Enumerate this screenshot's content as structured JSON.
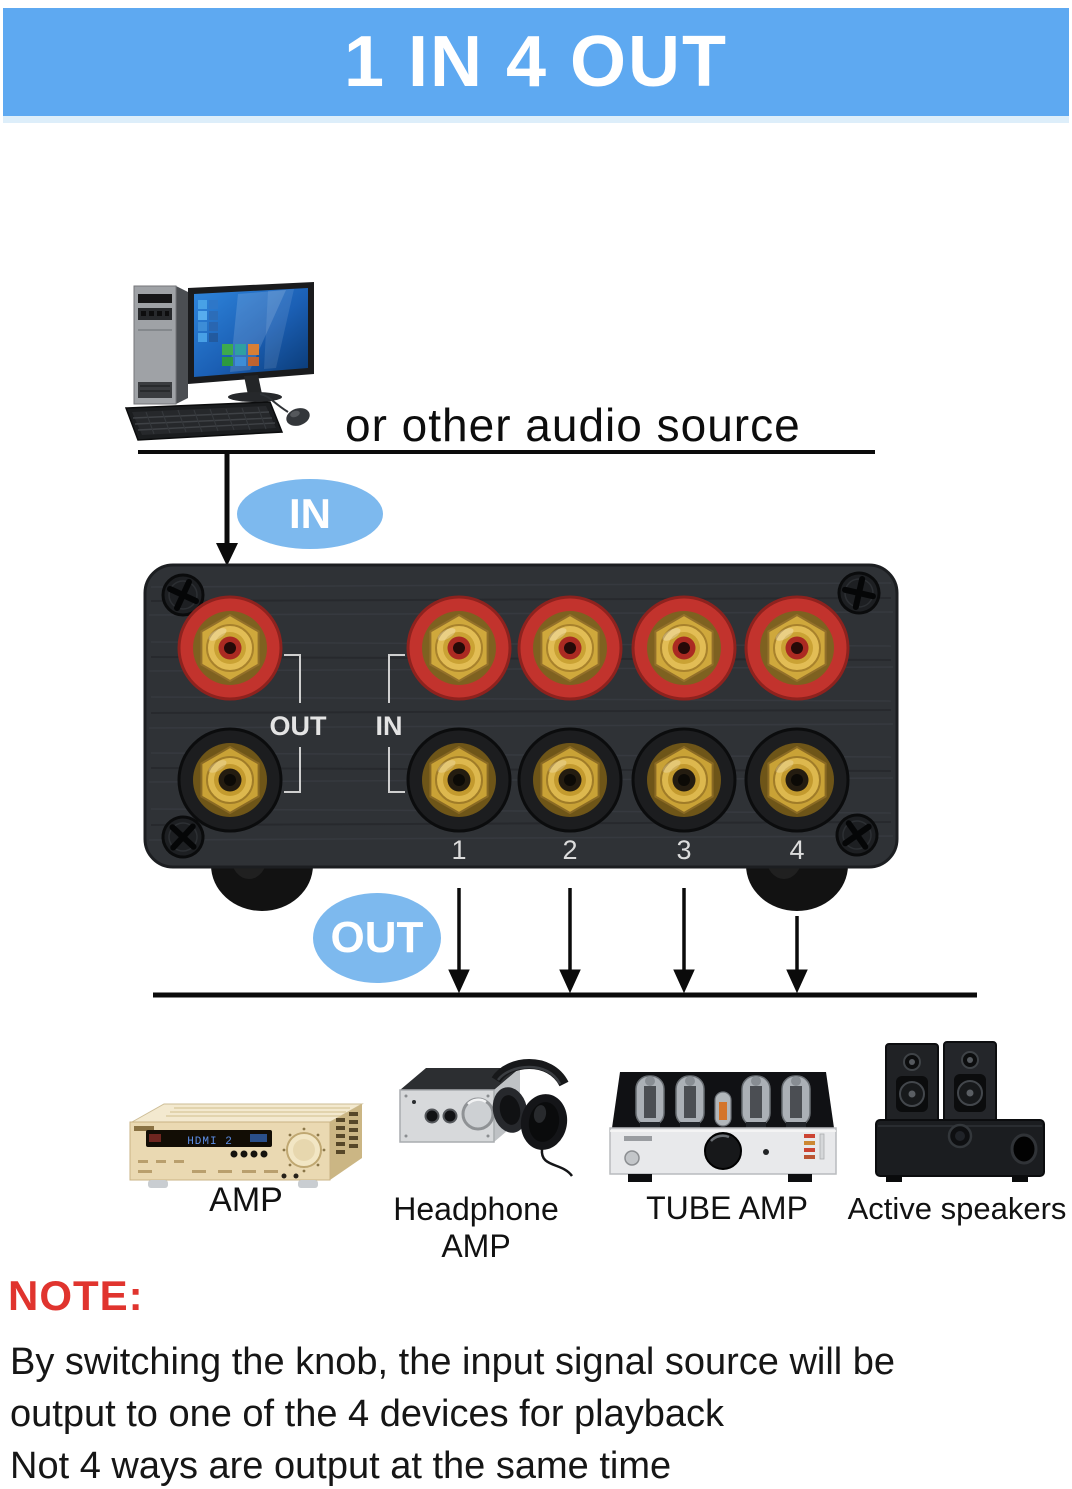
{
  "header": {
    "title": "1 IN 4 OUT"
  },
  "source": {
    "caption": "or other audio source"
  },
  "flow": {
    "in_badge": "IN",
    "out_badge": "OUT"
  },
  "device": {
    "out_label": "OUT",
    "in_label": "IN",
    "channel_labels": [
      "1",
      "2",
      "3",
      "4"
    ]
  },
  "outputs": [
    {
      "label": "AMP",
      "display": "HDMI 2"
    },
    {
      "label": "Headphone AMP"
    },
    {
      "label": "TUBE AMP"
    },
    {
      "label": "Active speakers"
    }
  ],
  "note": {
    "heading": "NOTE:",
    "lines": [
      "By switching the knob, the input signal source will be",
      "output to one of the 4 devices for playback",
      "Not 4 ways are output at the same time"
    ]
  },
  "colors": {
    "header_bg": "#5ea9f1",
    "badge_bg": "#7db9ee",
    "note_heading": "#e0342e",
    "panel_body": "#2f3236",
    "rca_red": "#c2332d",
    "rca_gold": "#d2a93c"
  }
}
